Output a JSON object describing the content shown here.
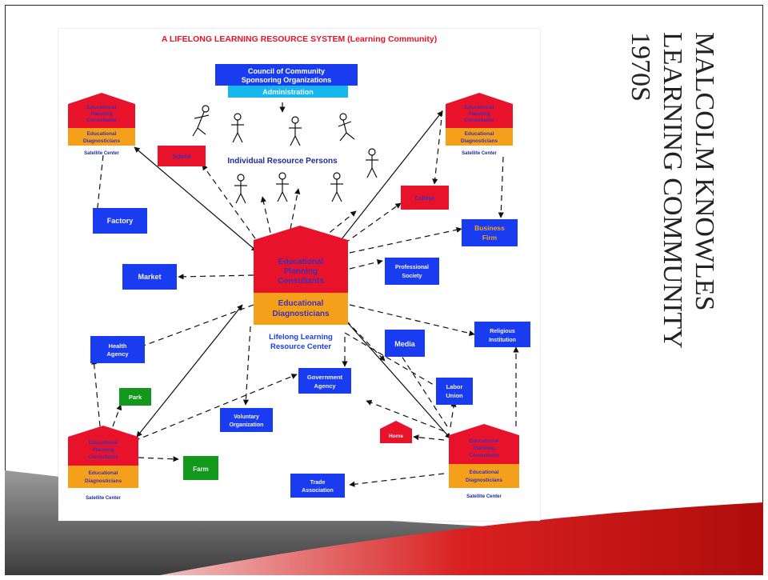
{
  "diagram_title": "A LIFELONG LEARNING RESOURCE SYSTEM (Learning Community)",
  "slide_title": {
    "line1": "MALCOLM KNOWLES",
    "line2": "LEARNING COMMUNITY",
    "line3": "1970S"
  },
  "council": {
    "line1": "Council of Community",
    "line2": "Sponsoring Organizations",
    "admin": "Administration"
  },
  "center": {
    "planning": [
      "Educational",
      "Planning",
      "Consultants"
    ],
    "diagnosticians": [
      "Educational",
      "Diagnosticians"
    ],
    "caption": [
      "Lifelong Learning",
      "Resource Center"
    ]
  },
  "satellite": {
    "planning": [
      "Educational",
      "Planning",
      "Consultants"
    ],
    "diagnosticians": [
      "Educational",
      "Diagnosticians"
    ],
    "caption": "Satellite Center"
  },
  "resource_persons_label": "Individual Resource Persons",
  "nodes": {
    "school": "School",
    "factory": "Factory",
    "market": "Market",
    "health": [
      "Health",
      "Agency"
    ],
    "park": "Park",
    "farm": "Farm",
    "voluntary": [
      "Voluntary",
      "Organization"
    ],
    "government": [
      "Government",
      "Agency"
    ],
    "trade": [
      "Trade",
      "Association"
    ],
    "home": "Home",
    "college": "College",
    "business": [
      "Business",
      "Firm"
    ],
    "professional": [
      "Professional",
      "Society"
    ],
    "religious": [
      "Religious",
      "Institution"
    ],
    "media": "Media",
    "labor": [
      "Labor",
      "Union"
    ]
  },
  "colors": {
    "red": "#e8132a",
    "orange": "#f5a01a",
    "blue": "#1a3cf0",
    "green": "#12991c",
    "cyan": "#15b8ee",
    "text_purple": "#3f2fb8",
    "text_navy": "#1d2a9a"
  }
}
